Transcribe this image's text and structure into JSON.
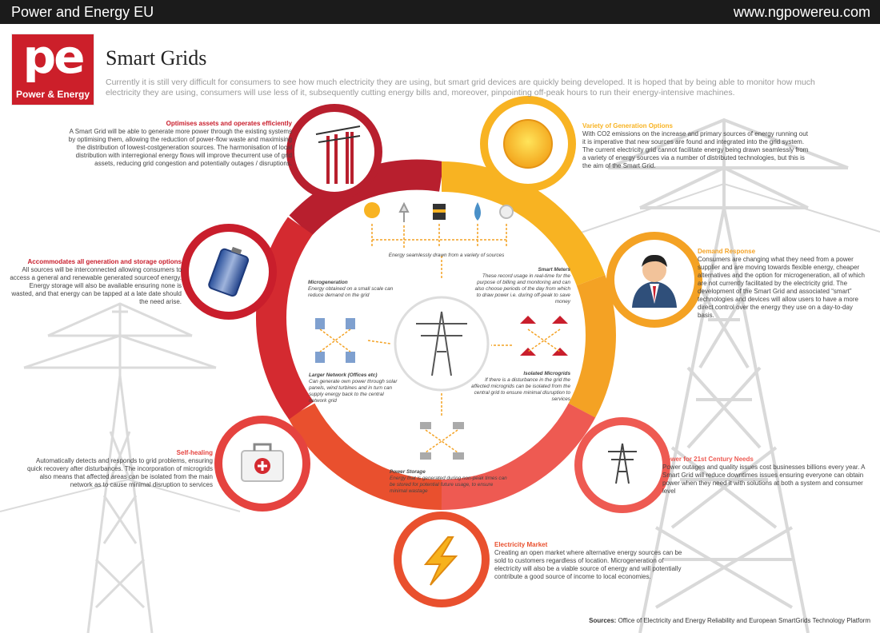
{
  "header": {
    "brand": "Power and Energy EU",
    "url": "www.ngpowereu.com"
  },
  "logo": {
    "mark": "pe",
    "tagline": "Power & Energy"
  },
  "page_title": "Smart Grids",
  "intro": "Currently it is still very difficult for consumers to see how much electricity they are using, but smart grid devices are quickly being developed. It is hoped that by being able to monitor how much electricity they are using, consumers will use less of it, subsequently cutting energy bills and, moreover, pinpointing off-peak hours to run their energy-intensive machines.",
  "sections": {
    "optimises": {
      "title": "Optimises assets and operates efficiently",
      "body": "A Smart Grid will be able to generate more power through the existing systems by optimising them, allowing the reduction of power-flow waste and maximising the distribution of lowest-costgeneration sources. The harmonisation of local distribution with interregional energy flows will improve thecurrent use of grid assets, reducing grid congestion and potentially outages / disruptions.",
      "color": "#b81f2e",
      "icon": "power-poles-icon"
    },
    "accommodates": {
      "title": "Accommodates all generation and storage options",
      "body": "All sources will be interconnected allowing consumers to access a  general and renewable generated sourceof energy. Energy storage will also be available ensuring none is wasted, and that energy can be tapped at a late date should the need arise.",
      "color": "#c91e2c",
      "icon": "battery-icon"
    },
    "self_healing": {
      "title": "Self-healing",
      "body": "Automatically detects and responds to grid problems, ensuring quick recovery after disturbances. The incorporation of microgrids also means that affected areas can be isolated from the main network as to cause minimal disruption to services",
      "color": "#e5433f",
      "icon": "first-aid-kit-icon"
    },
    "market": {
      "title": "Electricity Market",
      "body": "Creating an open market where  alternative energy sources can  be sold to customers regardless of location. Microgeneration of electricity will also be a viable source of energy and will potentially contribute a good source of income to local economies.",
      "color": "#e9502e",
      "icon": "lightning-bolt-icon"
    },
    "century": {
      "title": "Power for 21st Century Needs",
      "body": "Power outages and quality issues cost businesses billions every year. A Smart Grid will reduce downtimes issues ensuring everyone can obtain power when they need it with solutions at both a system and consumer level",
      "color": "#ee5a52",
      "icon": "pylon-icon"
    },
    "demand": {
      "title": "Demand Response",
      "body": "Consumers are changing what they need from a power supplier and are moving towards flexible energy, cheaper alternatives and the option for microgeneration, all of which are not currently facilitated by the electricity grid. The development of the Smart Grid and associated “smart” technologies and devices will allow users to have a more direct control over the energy they use on a day-to-day basis.",
      "color": "#f4a224",
      "icon": "businessman-icon"
    },
    "variety": {
      "title": "Variety of Generation Options",
      "body": "With CO2 emissions on the increase and primary sources of energy running out it is imperative that new sources are found and integrated into the grid system. The current electricity grid cannot facilitate energy being drawn seamlessly from a variety of energy sources via a number of distributed technologies, but this is the aim of the Smart Grid.",
      "color": "#f8b322",
      "icon": "sun-icon"
    }
  },
  "inner": {
    "sources_caption": "Energy seamlessly drawn from a variety of sources",
    "smart_meters": {
      "title": "Smart Meters",
      "body": "These record usage in real-time for the purpose of billing and monitoring and can also choose periods of the day from which to draw power i.e. during off-peak to save money"
    },
    "microgeneration": {
      "title": "Microgeneration",
      "body": "Energy obtained on a small scale can reduce demand on the grid"
    },
    "larger_network": {
      "title": "Larger Network (Offices etc)",
      "body": "Can generate own power through solar panels, wind turbines and in turn can supply energy back to the central network grid"
    },
    "isolated": {
      "title": "Isolated Microgrids",
      "body": "If there is a disturbance in the grid the affected microgrids can be isolated from the central grid to ensure minimal disruption to services"
    },
    "storage": {
      "title": "Power Storage",
      "body": "Energy that is generated during non-peak times can be stored for potential future usage, to ensure minimal wastage"
    }
  },
  "sources": {
    "label": "Sources:",
    "text": "Office of Electricity and Energy Reliability and European SmartGrids Technology Platform"
  }
}
